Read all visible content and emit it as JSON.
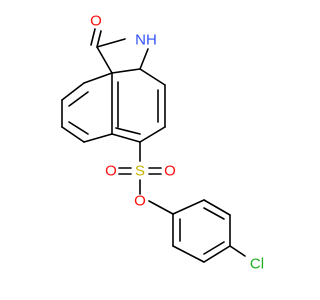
{
  "molecule": {
    "atoms": {
      "O_carbonyl": {
        "text": "O"
      },
      "NH": {
        "text": "NH"
      },
      "S": {
        "text": "S"
      },
      "O_s1": {
        "text": "O"
      },
      "O_s2": {
        "text": "O"
      },
      "O_ester": {
        "text": "O"
      },
      "Cl": {
        "text": "Cl"
      }
    },
    "colors": {
      "bond": "#000000",
      "oxygen": "#ff0d0d",
      "nitrogen": "#3050f8",
      "sulfur": "#c8b400",
      "chlorine": "#1fb01f"
    }
  }
}
